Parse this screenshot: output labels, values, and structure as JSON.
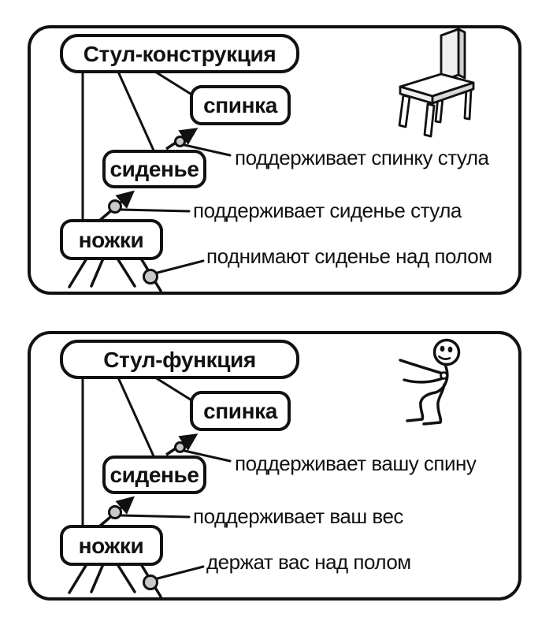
{
  "figure": {
    "background": "#ffffff",
    "ink_color": "#111111",
    "dot_fill_color": "#c9c9c9",
    "panels": [
      {
        "id": "construction",
        "title": "Стул-конструкция",
        "corner_icon": "chair-icon",
        "nodes": {
          "back": "спинка",
          "seat": "сиденье",
          "legs": "ножки"
        },
        "annotations": {
          "back": "поддерживает спинку стула",
          "seat": "поддерживает сиденье стула",
          "legs": "поднимают сиденье над полом"
        }
      },
      {
        "id": "function",
        "title": "Стул-функция",
        "corner_icon": "sitting-person-icon",
        "nodes": {
          "back": "спинка",
          "seat": "сиденье",
          "legs": "ножки"
        },
        "annotations": {
          "back": "поддерживает вашу спину",
          "seat": "поддерживает ваш вес",
          "legs": "держат вас над полом"
        }
      }
    ]
  }
}
